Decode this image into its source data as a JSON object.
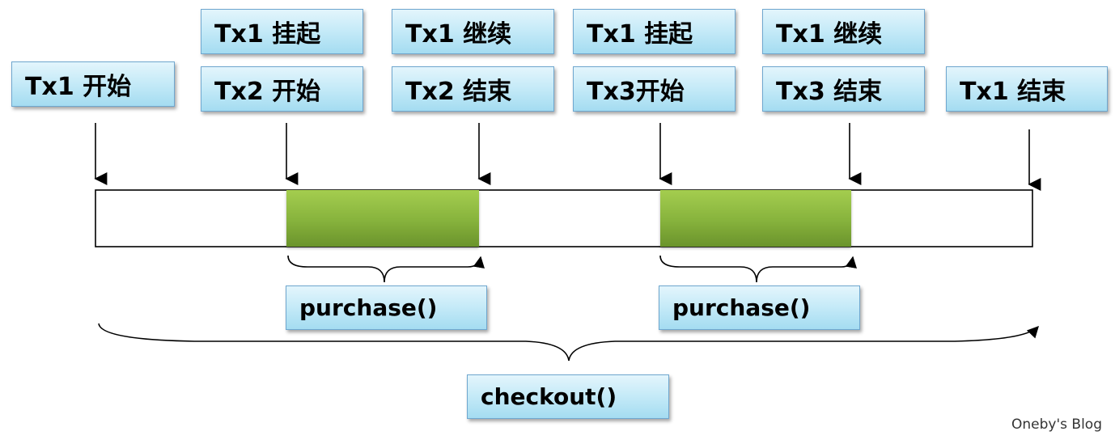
{
  "labels": {
    "tx1_start": "Tx1 开始",
    "tx1_suspend_a": "Tx1 挂起",
    "tx2_start": "Tx2 开始",
    "tx1_resume_a": "Tx1 继续",
    "tx2_end": "Tx2 结束",
    "tx1_suspend_b": "Tx1 挂起",
    "tx3_start": "Tx3开始",
    "tx1_resume_b": "Tx1 继续",
    "tx3_end": "Tx3 结束",
    "tx1_end": "Tx1 结束",
    "purchase_a": "purchase()",
    "purchase_b": "purchase()",
    "checkout": "checkout()"
  },
  "watermark": "Oneby's Blog",
  "colors": {
    "box_border": "#6fa7cf",
    "box_fill_top": "#e3f5fc",
    "box_fill_bottom": "#a4dcf1",
    "segment_green_top": "#9cc74a",
    "segment_green_bottom": "#6f9a2e"
  }
}
